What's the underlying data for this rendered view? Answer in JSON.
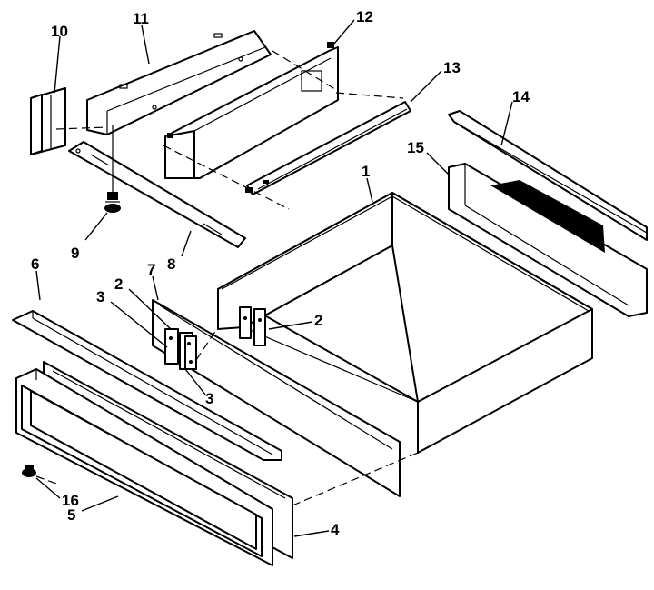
{
  "callouts": {
    "c1": "1",
    "c2a": "2",
    "c2b": "2",
    "c3a": "3",
    "c3b": "3",
    "c4": "4",
    "c5": "5",
    "c6": "6",
    "c7": "7",
    "c8": "8",
    "c9": "9",
    "c10": "10",
    "c11": "11",
    "c12": "12",
    "c13": "13",
    "c14": "14",
    "c15": "15",
    "c16": "16"
  }
}
